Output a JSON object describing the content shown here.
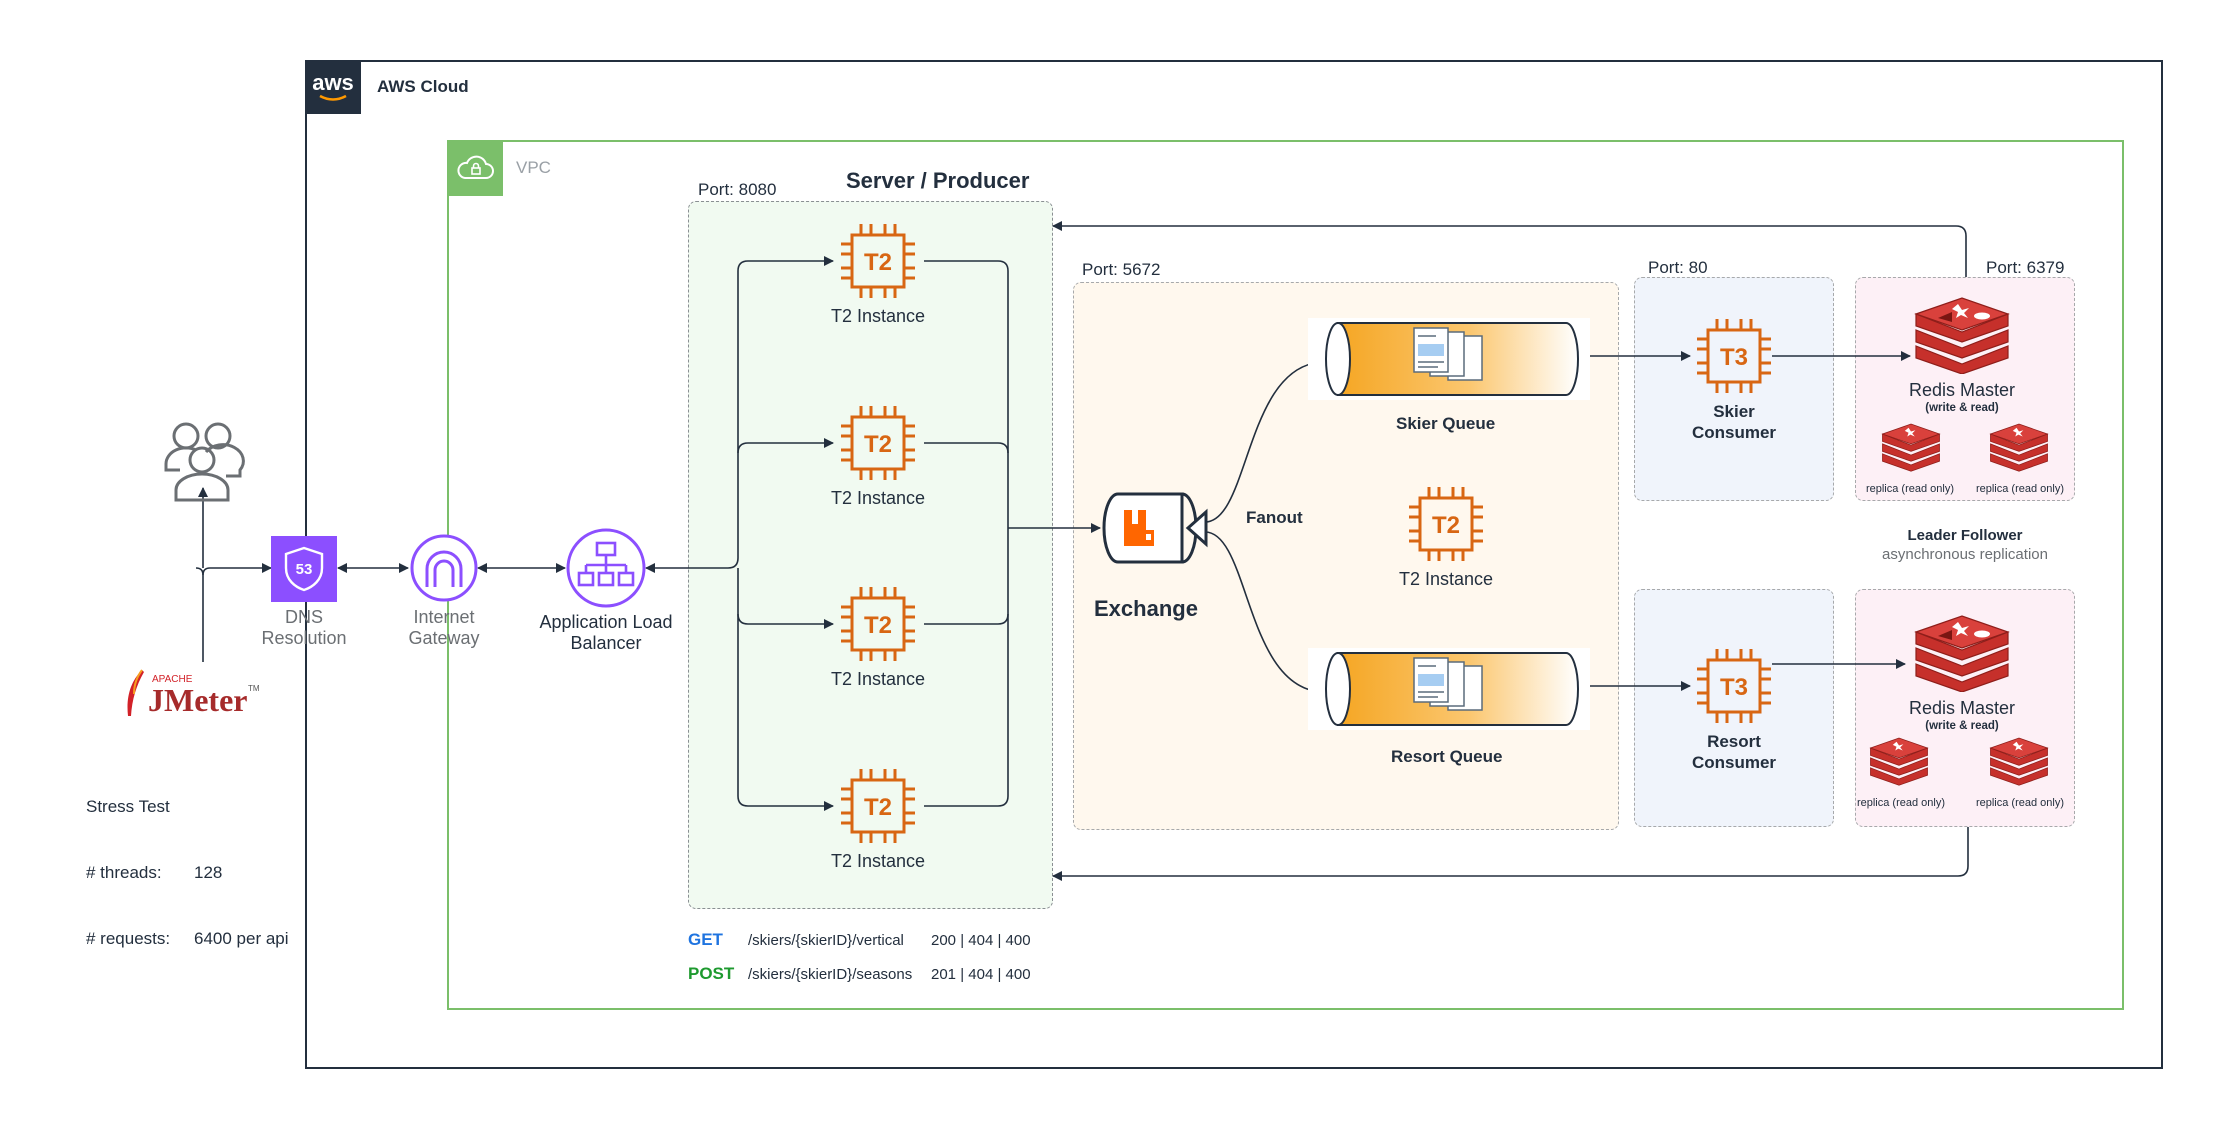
{
  "aws": {
    "logo_text": "aws",
    "cloud_label": "AWS Cloud",
    "vpc_label": "VPC"
  },
  "left": {
    "dns_label_1": "DNS",
    "dns_label_2": "Resolution",
    "igw_label_1": "Internet",
    "igw_label_2": "Gateway",
    "alb_label_1": "Application Load",
    "alb_label_2": "Balancer",
    "route53_badge": "53",
    "jmeter_apache": "APACHE",
    "jmeter_name": "JMeter",
    "jmeter_tm": "TM"
  },
  "stress": {
    "title": "Stress Test",
    "threads_label": "# threads:",
    "threads_value": "128",
    "requests_label": "# requests:",
    "requests_value": "6400 per api"
  },
  "server": {
    "title": "Server / Producer",
    "port": "Port: 8080",
    "chip_text": "T2",
    "instances": [
      "T2 Instance",
      "T2 Instance",
      "T2 Instance",
      "T2 Instance"
    ]
  },
  "mq": {
    "port": "Port: 5672",
    "exchange_label": "Exchange",
    "fanout_label": "Fanout",
    "skier_queue": "Skier Queue",
    "resort_queue": "Resort Queue",
    "chip_text": "T2",
    "instance_label": "T2 Instance"
  },
  "consumers": {
    "port": "Port: 80",
    "chip_text": "T3",
    "skier_1": "Skier",
    "skier_2": "Consumer",
    "resort_1": "Resort",
    "resort_2": "Consumer"
  },
  "redis": {
    "port": "Port: 6379",
    "master_label": "Redis Master",
    "master_sub": "(write & read)",
    "replica_label": "replica (read only)",
    "replication_title": "Leader Follower",
    "replication_sub": "asynchronous replication"
  },
  "api": {
    "get_method": "GET",
    "get_route": "/skiers/{skierID}/vertical",
    "get_codes": "200 | 404 | 400",
    "post_method": "POST",
    "post_route": "/skiers/{skierID}/seasons",
    "post_codes": "201 | 404 | 400"
  },
  "colors": {
    "ec2_orange": "#d86613",
    "route53_purple": "#8c4fff",
    "network_purple": "#8c4fff",
    "redis_red": "#c6302b",
    "get_blue": "#1f74e0",
    "post_green": "#1e9a2f"
  }
}
